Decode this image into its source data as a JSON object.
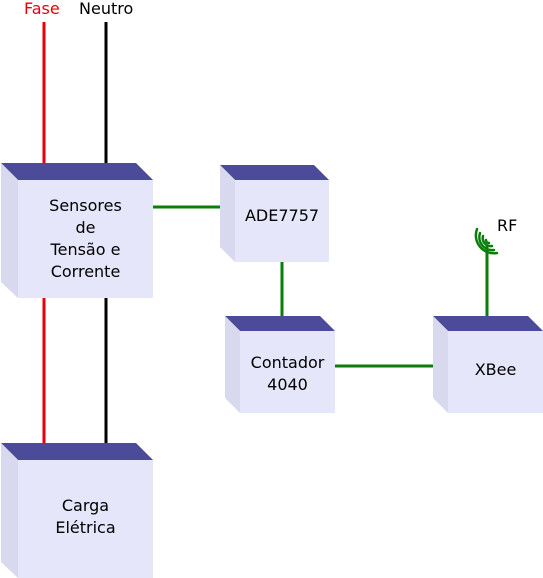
{
  "labels": {
    "fase": "Fase",
    "neutro": "Neutro",
    "rf": "RF"
  },
  "blocks": {
    "sensores": {
      "lines": [
        "Sensores",
        "de",
        "Tensão e",
        "Corrente"
      ]
    },
    "carga": {
      "lines": [
        "Carga",
        "Elétrica"
      ]
    },
    "ade": {
      "lines": [
        "ADE7757"
      ]
    },
    "contador": {
      "lines": [
        "Contador",
        "4040"
      ]
    },
    "xbee": {
      "lines": [
        "XBee"
      ]
    }
  },
  "colors": {
    "fase_wire": "#e8000b",
    "neutro_wire": "#000000",
    "signal_wire": "#0a7d0a",
    "box_face": "#e6e6fa",
    "box_top": "#4b4b99",
    "box_side": "#d8d8ee",
    "fase_text": "#e8000b",
    "rf_icon": "#0a7d0a"
  }
}
